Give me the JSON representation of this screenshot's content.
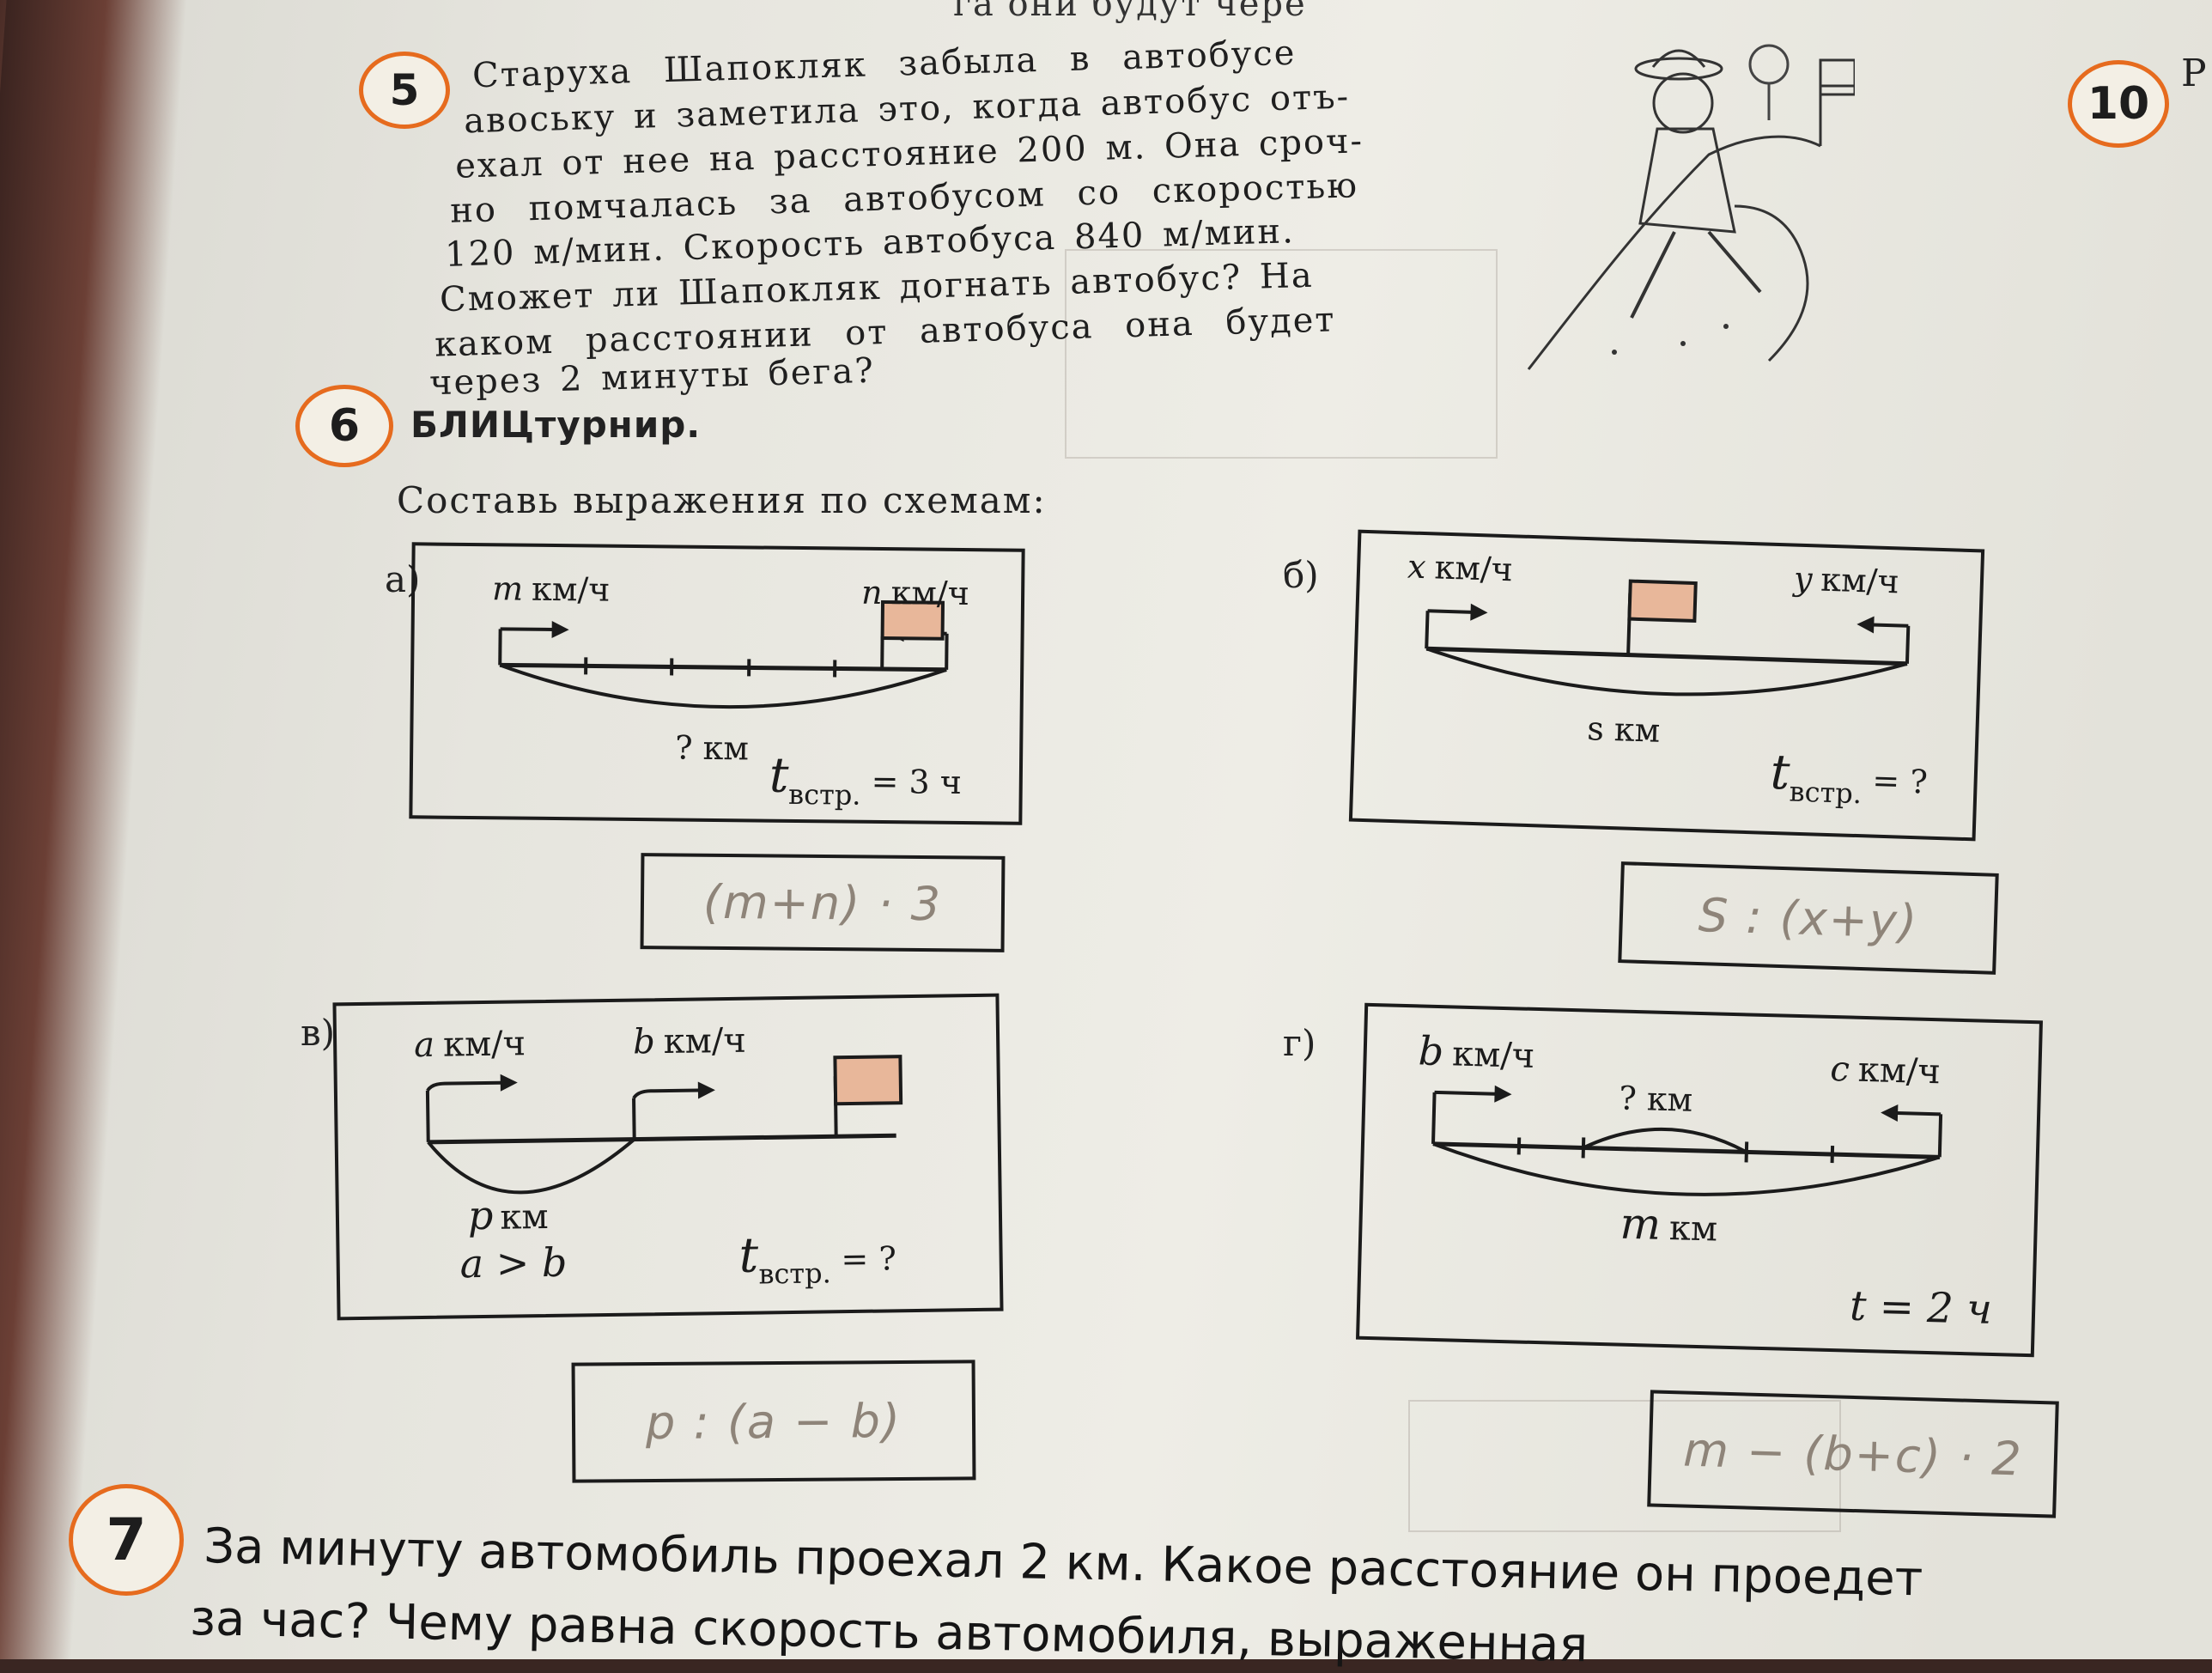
{
  "top_fragment": "га они будут чере",
  "problem5": {
    "number": "5",
    "lines": [
      "Старуха Шапокляк забыла в автобусе",
      "авоську и заметила это, когда автобус отъ-",
      "ехал от нее на расстояние 200 м. Она сроч-",
      "но помчалась за автобусом со скоростью",
      "120 м/мин. Скорость автобуса 840 м/мин.",
      "Сможет ли Шапокляк догнать автобус? На",
      "каком расстоянии от автобуса она будет",
      "через 2 минуты бега?"
    ]
  },
  "next_page": {
    "number": "10",
    "letter": "Р"
  },
  "problem6": {
    "number": "6",
    "title": "БЛИЦтурнир.",
    "subtitle": "Составь выражения по схемам:"
  },
  "diagram_a": {
    "label": "а)",
    "speed_left_var": "m",
    "speed_left_unit": "км/ч",
    "speed_right_var": "n",
    "speed_right_unit": "км/ч",
    "distance": "? км",
    "time_t": "t",
    "time_sub": "встр.",
    "time_val": "= 3 ч",
    "answer": "(m+n) · 3"
  },
  "diagram_b": {
    "label": "б)",
    "speed_left_var": "x",
    "speed_left_unit": "км/ч",
    "speed_right_var": "y",
    "speed_right_unit": "км/ч",
    "distance": "s км",
    "time_t": "t",
    "time_sub": "встр.",
    "time_val": "= ?",
    "answer": "S : (x+y)"
  },
  "diagram_v": {
    "label": "в)",
    "speed_1_var": "a",
    "speed_1_unit": "км/ч",
    "speed_2_var": "b",
    "speed_2_unit": "км/ч",
    "distance_var": "p",
    "distance_unit": "км",
    "condition": "a > b",
    "time_t": "t",
    "time_sub": "встр.",
    "time_val": "= ?",
    "answer": "p : (a − b)"
  },
  "diagram_g": {
    "label": "г)",
    "speed_left_var": "b",
    "speed_left_unit": "км/ч",
    "speed_right_var": "c",
    "speed_right_unit": "км/ч",
    "middle_distance": "? км",
    "total_var": "m",
    "total_unit": "км",
    "time_val": "t = 2 ч",
    "answer": "m − (b+c) · 2"
  },
  "problem7": {
    "number": "7",
    "line1": "За минуту автомобиль проехал 2 км. Какое расстояние он проедет",
    "line2": "за час? Чему равна скорость автомобиля, выраженная"
  },
  "colors": {
    "accent_orange": "#e66b1e",
    "flag_fill": "#e8b79a",
    "ink": "#1b1b1b",
    "pencil": "#8e8479"
  }
}
